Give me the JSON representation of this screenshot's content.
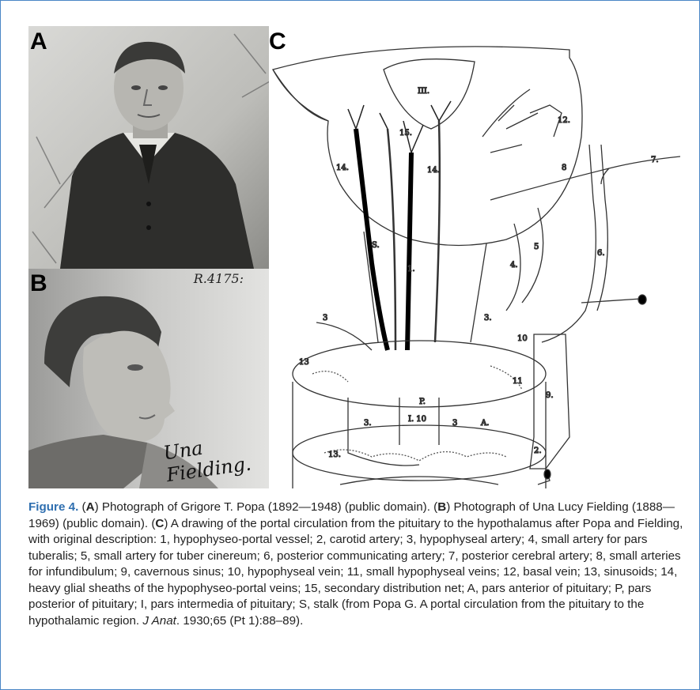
{
  "panels": {
    "a_label": "A",
    "b_label": "B",
    "c_label": "C"
  },
  "photo_b_annotation": "R.4175:",
  "photo_b_signature": "Una Fielding.",
  "diagram": {
    "ventricle_label": "III.",
    "numbers": {
      "n1": "1.",
      "n1b": "1",
      "n2": "2.",
      "n3a": "3",
      "n3b": "3.",
      "n3c": "3.",
      "n3d": "3",
      "n4": "4.",
      "n5": "5",
      "n6": "6.",
      "n7": "7.",
      "n8": "8",
      "n9": "9.",
      "n10": "10",
      "n11": "11",
      "n12": "12.",
      "n13a": "13",
      "n13b": "13.",
      "n14a": "14.",
      "n14b": "14.",
      "n15": "15.",
      "s": "S.",
      "p": "P.",
      "a": "A.",
      "i10": "I. 10"
    }
  },
  "caption": {
    "figure_label": "Figure 4.",
    "p1_open": "(",
    "p1_letter": "A",
    "p1_text": ") Photograph of Grigore T. Popa (1892—1948) (public domain). (",
    "p2_letter": "B",
    "p2_text": ") Photograph of Una Lucy Fielding (1888—1969) (public domain). (",
    "p3_letter": "C",
    "p3_text": ") A drawing of the portal circulation from the pituitary to the hypothalamus after Popa and Fielding, with original description: 1, hypophyseo-portal vessel; 2, carotid artery; 3, hypophyseal artery; 4, small artery for pars tuberalis; 5, small artery for tuber cinereum; 6, posterior communicating artery; 7, posterior cerebral artery; 8, small arteries for infundibulum; 9, cavernous sinus; 10, hypophyseal vein; 11, small hypophyseal veins; 12, basal vein; 13, sinusoids; 14, heavy glial sheaths of the hypophyseo-portal veins; 15, secondary distribution net; A, pars anterior of pituitary; P, pars posterior of pituitary; I, pars intermedia of pituitary; S, stalk (from Popa G. A portal circulation from the pituitary to the hypothalamic region. ",
    "journal": "J Anat",
    "tail": ". 1930;65 (Pt 1):88–89)."
  }
}
